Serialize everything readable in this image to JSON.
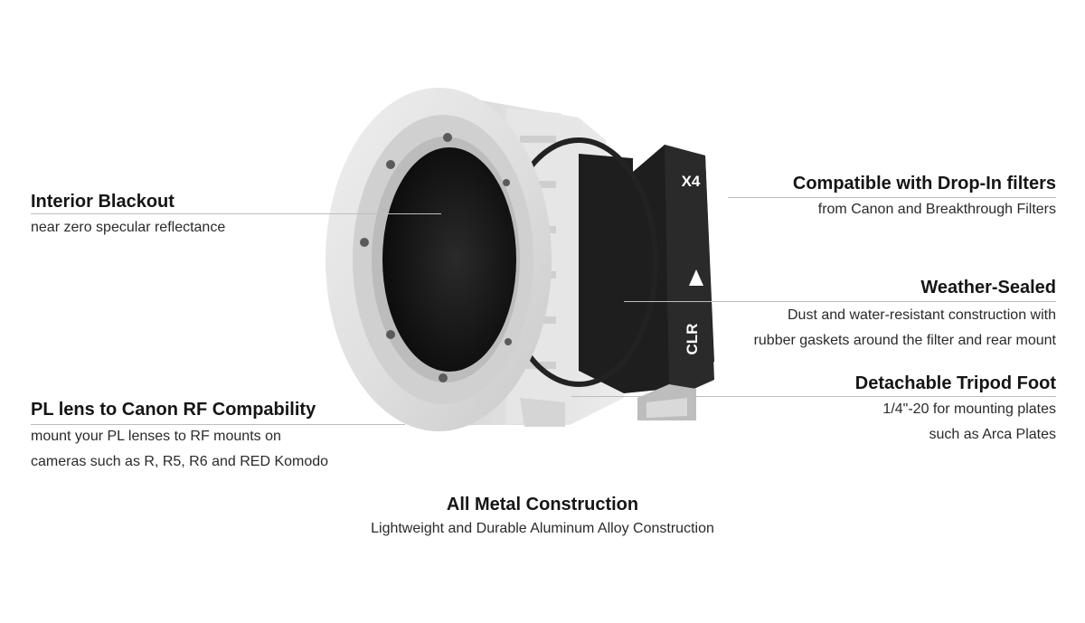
{
  "callouts": {
    "interior_blackout": {
      "title": "Interior Blackout",
      "desc": "near zero specular reflectance"
    },
    "pl_to_rf": {
      "title": "PL lens to Canon RF Compability",
      "desc_line1": "mount your PL lenses to RF mounts on",
      "desc_line2": "cameras such as R, R5, R6 and RED Komodo"
    },
    "drop_in": {
      "title": "Compatible with Drop-In filters",
      "desc": "from Canon and Breakthrough Filters"
    },
    "weather": {
      "title": "Weather-Sealed",
      "desc_line1": "Dust and water-resistant construction with",
      "desc_line2": "rubber gaskets around the filter and rear mount"
    },
    "tripod": {
      "title": "Detachable Tripod Foot",
      "desc_line1": "1/4\"-20 for mounting plates",
      "desc_line2": "such as Arca Plates"
    },
    "metal": {
      "title": "All Metal Construction",
      "desc": "Lightweight and Durable Aluminum Alloy Construction"
    }
  },
  "product": {
    "filter_label": "X4",
    "brand_label": "CLR"
  },
  "colors": {
    "metal_light": "#e4e4e4",
    "metal_shadow": "#c8c8c8",
    "interior_black": "#111111",
    "rule_gray": "#bdbdbd",
    "text_dark": "#151515"
  },
  "icons": {
    "triangle": "up-triangle-icon"
  }
}
